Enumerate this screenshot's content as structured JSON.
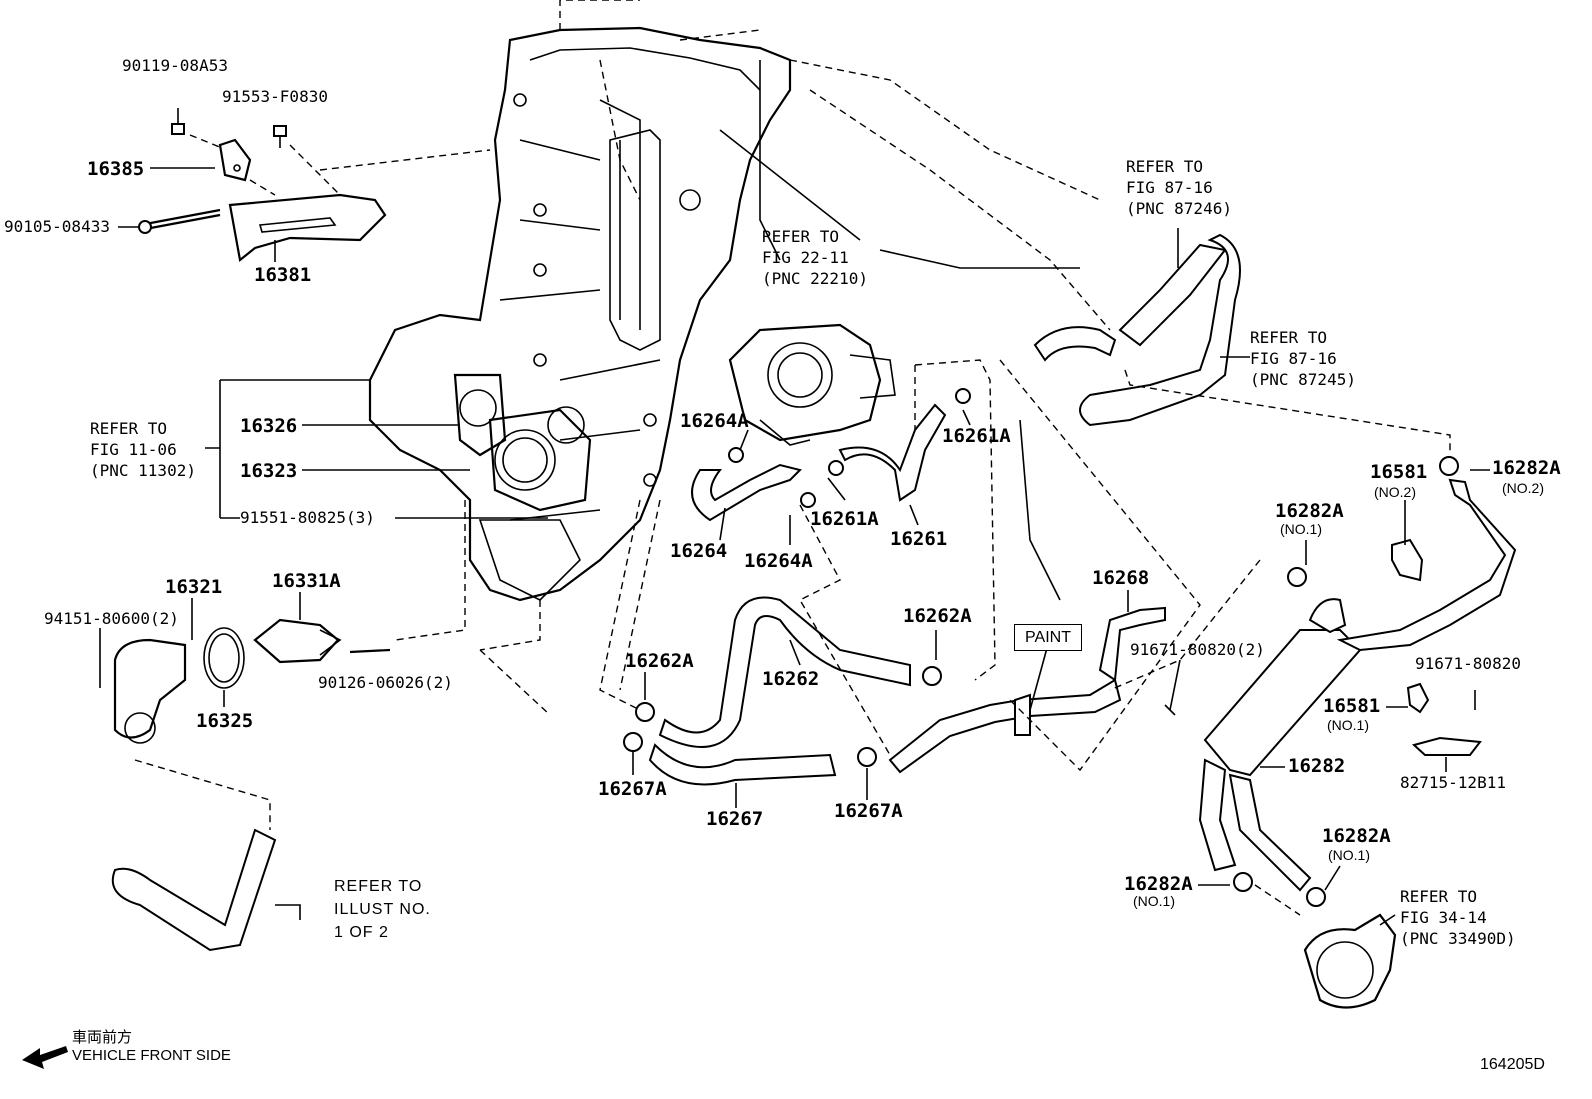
{
  "labels": {
    "p90119": "90119-08A53",
    "p91553": "91553-F0830",
    "p16385": "16385",
    "p90105": "90105-08433",
    "p16381": "16381",
    "p16326": "16326",
    "p16323": "16323",
    "p91551": "91551-80825(3)",
    "p16321": "16321",
    "p16331A": "16331A",
    "p94151": "94151-80600(2)",
    "p16325": "16325",
    "p90126": "90126-06026(2)",
    "p16264A_1": "16264A",
    "p16264A_2": "16264A",
    "p16264": "16264",
    "p16261A_1": "16261A",
    "p16261A_2": "16261A",
    "p16261": "16261",
    "p16262A_1": "16262A",
    "p16262A_2": "16262A",
    "p16262": "16262",
    "p16267A_1": "16267A",
    "p16267A_2": "16267A",
    "p16267": "16267",
    "p16268": "16268",
    "p91671_2": "91671-80820(2)",
    "p16581_no2": "16581",
    "p16581_no2_sub": "(NO.2)",
    "p16282A_no2": "16282A",
    "p16282A_no2_sub": "(NO.2)",
    "p16282A_no1_a": "16282A",
    "p16282A_no1_a_sub": "(NO.1)",
    "p91671": "91671-80820",
    "p16581_no1": "16581",
    "p16581_no1_sub": "(NO.1)",
    "p82715": "82715-12B11",
    "p16282": "16282",
    "p16282A_no1_b": "16282A",
    "p16282A_no1_b_sub": "(NO.1)",
    "p16282A_no1_c": "16282A",
    "p16282A_no1_c_sub": "(NO.1)"
  },
  "refs": {
    "fig11": "REFER TO\nFIG 11-06\n(PNC 11302)",
    "fig22": "REFER TO\nFIG 22-11\n(PNC 22210)",
    "fig87a": "REFER TO\nFIG 87-16\n(PNC 87246)",
    "fig87b": "REFER TO\nFIG 87-16\n(PNC 87245)",
    "fig34": "REFER TO\nFIG 34-14\n(PNC 33490D)",
    "illust": "REFER TO\nILLUST NO.\n1 OF 2"
  },
  "paint": "PAINT",
  "front_jp": "車両前方",
  "front_en": "VEHICLE FRONT SIDE",
  "figure_number": "164205D"
}
